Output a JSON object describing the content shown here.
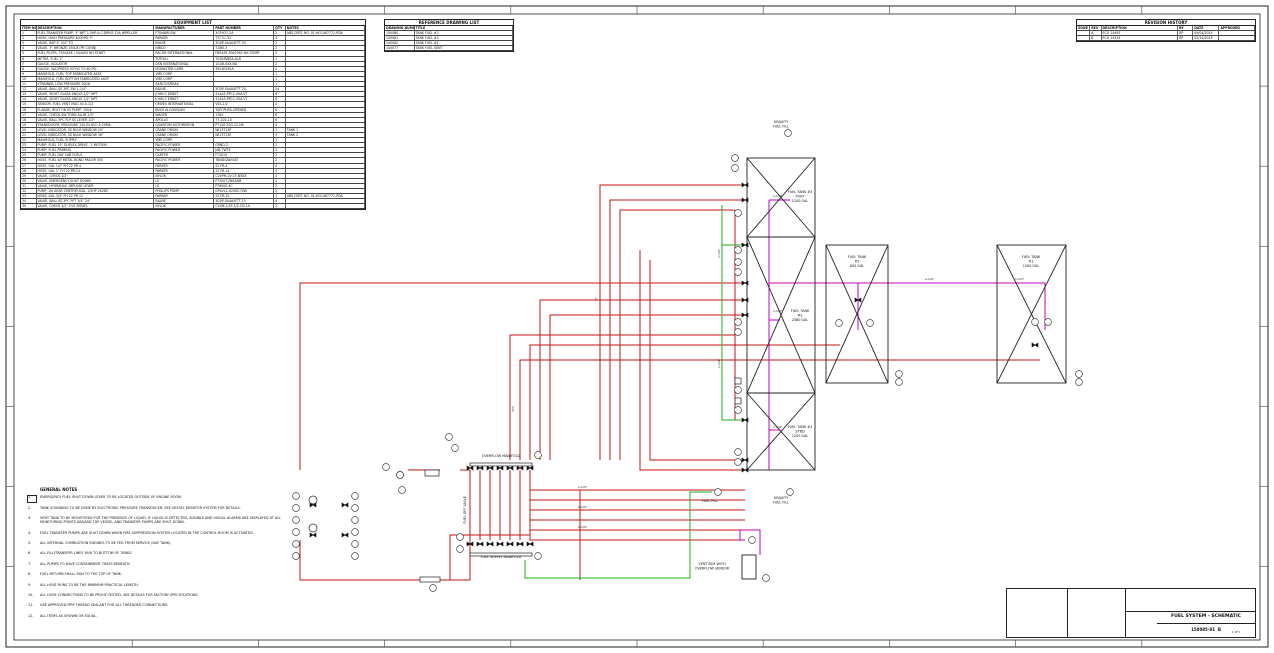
{
  "equipment_list": {
    "title": "EQUIPMENT LIST",
    "columns": [
      "ITEM NO.",
      "DESCRIPTION",
      "MANUFACTURER",
      "PART NUMBER",
      "QTY",
      "NOTES"
    ],
    "rows": [
      [
        "1",
        "FUEL TRANSFER PUMP, 3\" NPT 1.5HP A.C.DRIVE 12A IMPELLER",
        "FTI/MARLOW",
        "3GFH37-2A",
        "2",
        "ABS CERT. NO. 01-HG1467771-PDA"
      ],
      [
        "2",
        "HOSE, HIGH PRESSURE 4000PSI 3\"",
        "PARKER",
        "77C7C-32",
        "4",
        ""
      ],
      [
        "3",
        "VALVE, BSP 3\" 3/4\" TO",
        "INLINE",
        "3G0P-5A4A4FTT-35",
        "2",
        ""
      ],
      [
        "4",
        "VALVE, 3\" BRONZE 150LB (PE CONN)",
        "NIBCO",
        "T-580-3",
        "2",
        ""
      ],
      [
        "5",
        "FUEL FILTER, FS5445E / 5440SS NH STNRT",
        "RACOR INTERNATIONAL",
        "FBS445-30420SS NH STNRT",
        "2",
        ""
      ],
      [
        "6",
        "METER, FUEL 2\"",
        "TUTHILL",
        "TS2EAV6SA-A16",
        "1",
        ""
      ],
      [
        "7",
        "GAUGE, ISOLATOR",
        "DSN INTERNATIONAL",
        "1G4B-0XX-NA",
        "2",
        ""
      ],
      [
        "8",
        "GAUGE, VAC/PRESS 30\"HG TO 60 PSI",
        "MCMASTER-CARR",
        "3924K181A",
        "2",
        ""
      ],
      [
        "9",
        "MANIFOLD, FUEL TOP FABRICATED ASSY",
        "VME CORP",
        "",
        "1",
        ""
      ],
      [
        "10",
        "MANIFOLD, FUEL BOTTOM FABRICATED ASSY",
        "VME CORP",
        "",
        "1",
        ""
      ],
      [
        "11",
        "STRAINER, LOW PRESSURE 300#",
        "SARCO/SPIRAX",
        "",
        "1",
        ""
      ],
      [
        "12",
        "VALVE, BALL SS 3PC SW 1-1/4\"",
        "INLINE",
        "3G0P-5A4A4FTT-20",
        "24",
        ""
      ],
      [
        "13",
        "VALVE, SIGHT GLASS ANGLE 1/2\" NPT",
        "JOHN C ERNST",
        "414A3-PPCC-00A-VT",
        "6",
        ""
      ],
      [
        "14",
        "VALVE, SIGHT GLASS ANGLE 1/2\" NPT",
        "JOHN C ERNST",
        "414A3-PPCC-00A-VT",
        "6",
        ""
      ],
      [
        "15",
        "SENSOR, FUEL VENT MAG 40-0-1/2",
        "OMVEX INTERNATIONAL",
        "VSS-1/2",
        "4",
        ""
      ],
      [
        "16",
        "FLANGE, BOLT ON SS PUMP, 150#",
        "BUCK ALGONQUIN",
        "70PCPHSS-OPENED",
        "6",
        ""
      ],
      [
        "17",
        "VALVE, CHECK SW THRD ALUM 2/3\"",
        "WAGER",
        "1780",
        "6",
        ""
      ],
      [
        "18",
        "VALVE, BALL 3PC FLP SS LEVER 1/2\"",
        "APOLLO",
        "77-102-10",
        "6",
        ""
      ],
      [
        "19",
        "TRANSDUCER, PRESSURE 150 IN H2O 4-20MA",
        "QUANTUM AUTOMATION",
        "PT120-20G-12-NX",
        "4",
        ""
      ],
      [
        "20",
        "LEVEL INDICATOR, SS BULK WINDOW 20\"",
        "CRANE ORION",
        "WI13T13P",
        "1",
        "TANK 1"
      ],
      [
        "21",
        "LEVEL INDICATOR, SS BULK WINDOW 36\"",
        "CRANE ORION",
        "WI13T13E",
        "3",
        "TANK 2"
      ],
      [
        "22",
        "MANIFOLD, FUEL SUPPLY",
        "VME CORP",
        "",
        "1",
        ""
      ],
      [
        "23",
        "PUMP, FUEL 15\" DUPLEX DRIVE - 2 MOTION",
        "PACIFIC POWER",
        "GRND-3",
        "2",
        ""
      ],
      [
        "24",
        "PUMP, FUEL PRIMING",
        "PACIFIC POWER",
        "JAB 7WTE",
        "2",
        ""
      ],
      [
        "25",
        "PUMP, FUEL DAY CAB FUELS",
        "CARTER",
        "FT4019",
        "2",
        ""
      ],
      [
        "26",
        "HOSE, FUEL W/ METAL BOND PAILOR 300",
        "PACIFIC POWER",
        "TBNDGAW443",
        "2",
        ""
      ],
      [
        "27",
        "HOSE, GAL 1/2\" FH 22 PR-4",
        "PARKER",
        "22 FR-4",
        "4",
        ""
      ],
      [
        "28",
        "HOSE, GAL 1\" FH 22 PR-14",
        "PARKER",
        "22 FR-14",
        "4",
        ""
      ],
      [
        "29",
        "VALVE, CHECK 1/2\"",
        "NYLOK",
        "CV4PM-2V-CF-NSKX",
        "4",
        ""
      ],
      [
        "30",
        "VALVE, EMERGENCY SHUT DOWN",
        "LE",
        "PT200T-2NSAHB",
        "2",
        ""
      ],
      [
        "31",
        "VALVE, HYDRAULIC IMPULSE LEVER",
        "LE",
        "PT6000-4C",
        "2",
        ""
      ],
      [
        "32",
        "PUMP, 2N GEAR CENTRIFUGAL 1/2HP 24VDC",
        "PHILLIPS PUMP",
        "GP4VL1-02VDC70W",
        "2",
        ""
      ],
      [
        "33",
        "HOSE, GAL 3/4\" FH 22 PR-12",
        "PARKER",
        "22 FR-12",
        "2",
        "ABS CERT. NO. 01-HG1467771-PDA"
      ],
      [
        "34",
        "VALVE, BALL SS 3PC FPT 3/4\" 24\"",
        "INLINE",
        "3G0P-5A4A4FTT-15",
        "4",
        ""
      ],
      [
        "35",
        "VALVE, CHECK 1/2\" CV3 SERIES",
        "NYLOK",
        "CV4M-1/4T-1/2-CD-1A",
        "2",
        ""
      ]
    ]
  },
  "reference_list": {
    "title": "REFERENCE DRAWING LIST",
    "columns": [
      "DRAWING NUMBER",
      "TITLE"
    ],
    "rows": [
      [
        "150080",
        "TANK FUEL #3"
      ],
      [
        "150081",
        "TANK FUEL #2"
      ],
      [
        "150082",
        "TANK FUEL #1"
      ],
      [
        "150077",
        "TANK FUEL VENT"
      ]
    ]
  },
  "revision_history": {
    "title": "REVISION HISTORY",
    "columns": [
      "ZONE",
      "REV",
      "DESCRIPTION",
      "BY",
      "DATE",
      "APPROVED"
    ],
    "rows": [
      [
        "",
        "A",
        "ECO 14493",
        "RP",
        "09/04/2014",
        ""
      ],
      [
        "",
        "B",
        "ECO 14534",
        "RP",
        "05/14/2015",
        ""
      ]
    ]
  },
  "notes": {
    "title": "GENERAL NOTES",
    "items": [
      [
        "1.",
        "EMERGENCY FUEL SHUT DOWN LEVER TO BE LOCATED OUTSIDE OF ENGINE ROOM."
      ],
      [
        "2.",
        "TANK SOUNDING TO BE DONE BY ELECTRONIC PRESSURE TRANSDUCER; SEE VESSEL MONITOR SYSTEM FOR DETAILS."
      ],
      [
        "3.",
        "VENT TANK TO BE MONITORED FOR THE PRESENCE OF LIQUID. IF LIQUID IS DETECTED, AUDIBLE AND VISUAL ALARMS ARE DISPLAYED AT ALL MONITORING POINTS ABOARD THE VESSEL AND TRANSFER PUMPS ARE SHUT DOWN."
      ],
      [
        "4.",
        "FUEL TRANSFER PUMPS ARE SHUT DOWN WHEN FIRE SUPPRESSION SYSTEM LOCATED IN THE CONTROL ROOM IS ACTIVATED."
      ],
      [
        "5.",
        "ALL INTERNAL COMBUSTION ENGINES TO BE FED FROM SERVICE (DAY TANK)."
      ],
      [
        "6.",
        "ALL FILL/TRANSFER LINES RUN TO BOTTOM OF TANKS."
      ],
      [
        "7.",
        "ALL PUMPS TO HAVE CONTAINMENT TRAYS BENEATH."
      ],
      [
        "8.",
        "FUEL RETURN SHALL RUN TO THE TOP OF TANK."
      ],
      [
        "9.",
        "ALL HOSE RUNS TO BE THE MINIMUM PRACTICAL LENGTH."
      ],
      [
        "10.",
        "ALL HOSE CONNECTIONS TO BE PROOF-TESTED. SEE DETAILS FOR FACTORY SPECIFICATIONS."
      ],
      [
        "11.",
        "USE APPROVED PIPE THREAD SEALANT FOR ALL THREADED CONNECTIONS."
      ],
      [
        "12.",
        "ALL ITEMS AS SHOWN OR EQUAL."
      ]
    ]
  },
  "tanks": {
    "t3": {
      "lines": [
        "FUEL TANK #3",
        "PORT",
        "1200 GAL"
      ]
    },
    "t2": {
      "lines": [
        "FUEL TANK",
        "#2",
        "2380 GAL"
      ]
    },
    "t3s": {
      "lines": [
        "FUEL TANK #3",
        "STBD",
        "1200 GAL"
      ]
    },
    "t_mid": {
      "lines": [
        "FUEL TANK",
        "#2",
        "850 GAL"
      ]
    },
    "t1": {
      "lines": [
        "FUEL TANK",
        "#1",
        "1500 GAL"
      ]
    }
  },
  "labels": {
    "gravity_fill_top": [
      "GRAVITY",
      "FUEL FILL"
    ],
    "gravity_fill_bottom": [
      "GRAVITY",
      "FUEL FILL"
    ],
    "fuel_fill": "FUEL FILL",
    "vent_box": [
      "VENT BOX WITH",
      "OVERFLOW SENSOR"
    ],
    "fuel_off_valve": "FUEL OFF VALVE",
    "manifold_top": "OVERFLOW MANIFOLD",
    "manifold_bottom": "FUEL SUPPLY MANIFOLD",
    "pipe_size_a": "1-1/4\"",
    "pipe_size_b": "3/4\"",
    "pipe_size_c": "1\""
  },
  "title_block": {
    "title": "FUEL SYSTEM - SCHEMATIC",
    "drawing_no": "150085-01",
    "rev": "B",
    "sheet": "1 OF 1"
  },
  "colors": {
    "fuel_supply": "#c41616",
    "fuel_fill": "#1cb01c",
    "vent": "#c000c0",
    "line": "#222222"
  }
}
